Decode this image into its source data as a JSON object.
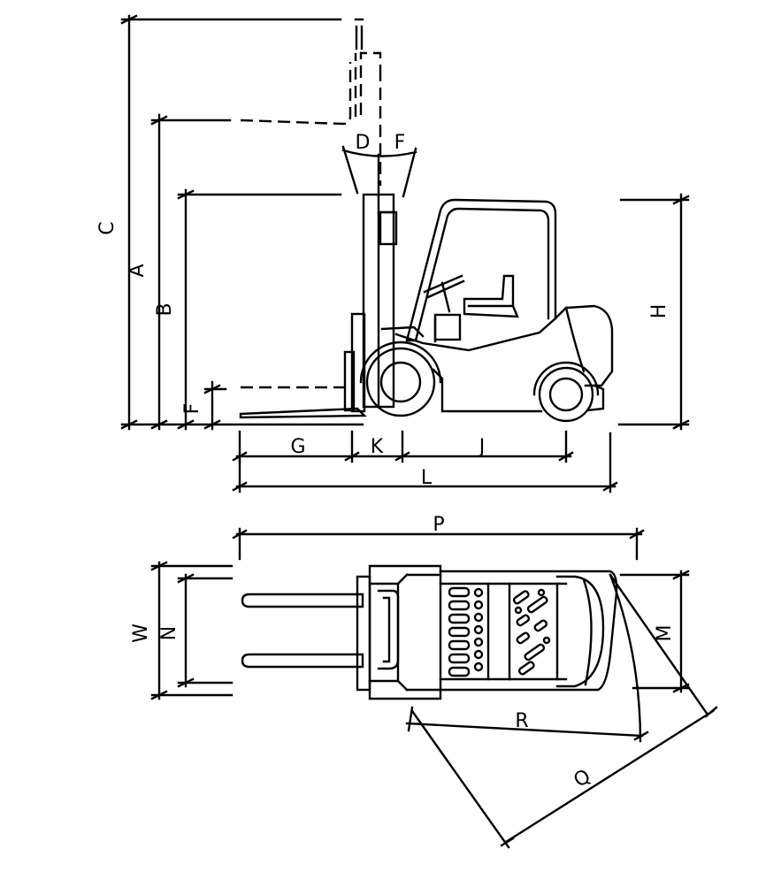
{
  "diagram": {
    "labels": {
      "A": "A",
      "B": "B",
      "C": "C",
      "D": "D",
      "F_tilt": "F",
      "F_free": "F",
      "G": "G",
      "K": "K",
      "J": "J",
      "L": "L",
      "H": "H",
      "P": "P",
      "W": "W",
      "N": "N",
      "M": "M",
      "R": "R",
      "Q": "Q"
    }
  },
  "colors": {
    "line": "#000000",
    "background": "#ffffff"
  }
}
